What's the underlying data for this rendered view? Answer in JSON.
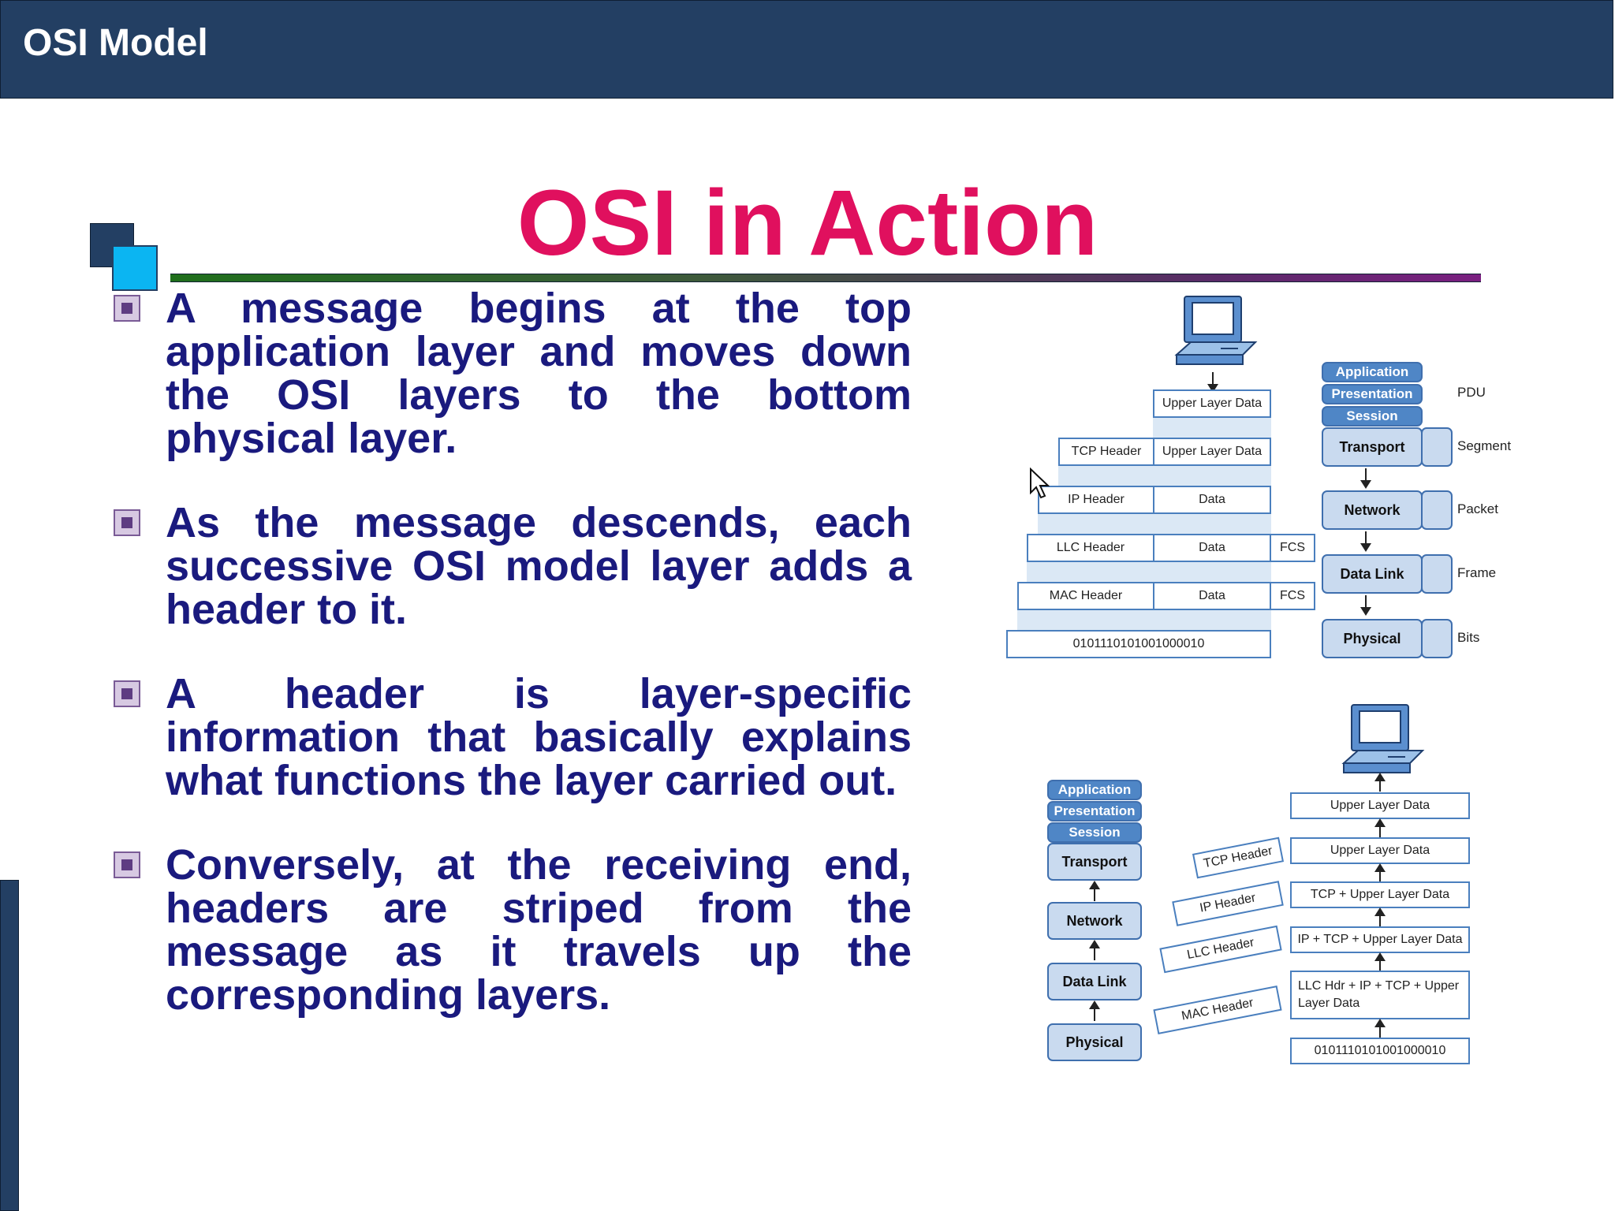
{
  "header": {
    "title": "OSI Model"
  },
  "slide": {
    "title": "OSI in Action",
    "bullets": [
      "A message begins at the top application layer and moves down the OSI layers to the bottom physical layer.",
      "As the message descends, each successive OSI model layer adds a header to it.",
      "A header is layer-specific information that basically explains what functions the layer carried out.",
      "Conversely, at the receiving end, headers are striped from the message as it travels up the corresponding layers."
    ]
  },
  "diagram_send": {
    "rows": {
      "r1_data": "Upper Layer Data",
      "r2_header": "TCP Header",
      "r2_data": "Upper Layer Data",
      "r3_header": "IP Header",
      "r3_data": "Data",
      "r4_header": "LLC Header",
      "r4_data": "Data",
      "r4_fcs": "FCS",
      "r5_header": "MAC Header",
      "r5_data": "Data",
      "r5_fcs": "FCS",
      "r6_bits": "0101110101001000010"
    },
    "layers": {
      "application": "Application",
      "presentation": "Presentation",
      "session": "Session",
      "transport": "Transport",
      "network": "Network",
      "datalink": "Data Link",
      "physical": "Physical"
    },
    "pdu": {
      "pdu": "PDU",
      "segment": "Segment",
      "packet": "Packet",
      "frame": "Frame",
      "bits": "Bits"
    }
  },
  "diagram_receive": {
    "layers": {
      "application": "Application",
      "presentation": "Presentation",
      "session": "Session",
      "transport": "Transport",
      "network": "Network",
      "datalink": "Data Link",
      "physical": "Physical"
    },
    "stripped": {
      "tcp": "TCP Header",
      "ip": "IP Header",
      "llc": "LLC Header",
      "mac": "MAC Header"
    },
    "stack": {
      "s1": "Upper Layer Data",
      "s2": "Upper Layer Data",
      "s3": "TCP + Upper Layer Data",
      "s4": "IP + TCP + Upper Layer Data",
      "s5": "LLC Hdr + IP + TCP + Upper Layer Data",
      "s6": "0101110101001000010"
    }
  },
  "colors": {
    "header_bg": "#233f63",
    "title": "#e0105e",
    "bullet_text": "#1a1a7e",
    "layer_top": "#4f86c6",
    "layer": "#c9daef"
  }
}
